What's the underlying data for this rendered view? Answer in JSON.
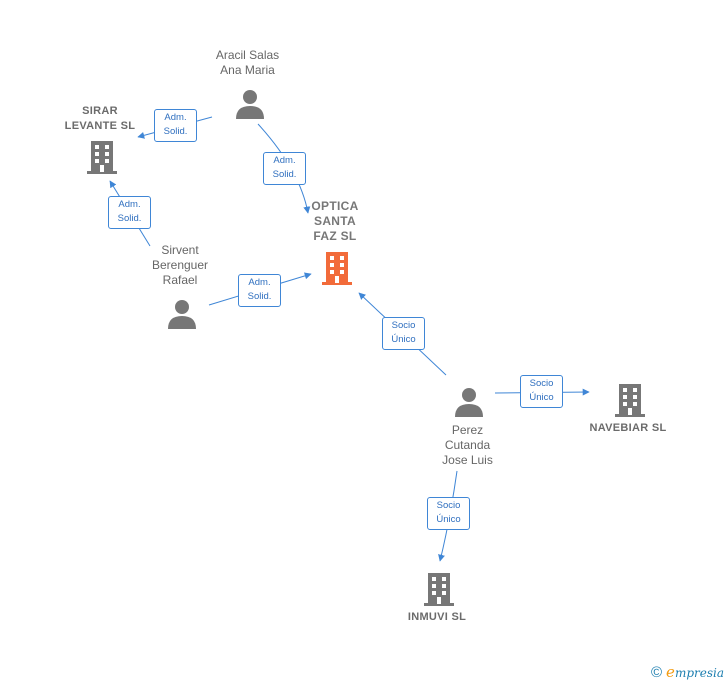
{
  "colors": {
    "edge": "#3f86d6",
    "node": "#777777",
    "focus": "#f26b3a"
  },
  "nodes": {
    "aracil": {
      "label": "Aracil Salas\nAna Maria",
      "kind": "person"
    },
    "sirar": {
      "label": "SIRAR\nLEVANTE  SL",
      "kind": "company"
    },
    "sirvent": {
      "label": "Sirvent\nBerenguer\nRafael",
      "kind": "person"
    },
    "optica": {
      "label": "OPTICA\nSANTA\nFAZ  SL",
      "kind": "company-focus"
    },
    "perez": {
      "label": "Perez\nCutanda\nJose Luis",
      "kind": "person"
    },
    "navebiar": {
      "label": "NAVEBIAR  SL",
      "kind": "company"
    },
    "inmuvi": {
      "label": "INMUVI SL",
      "kind": "company"
    }
  },
  "edges": [
    {
      "id": "aracil-sirar",
      "line1": "Adm.",
      "line2": "Solid."
    },
    {
      "id": "aracil-optica",
      "line1": "Adm.",
      "line2": "Solid."
    },
    {
      "id": "sirvent-sirar",
      "line1": "Adm.",
      "line2": "Solid."
    },
    {
      "id": "sirvent-optica",
      "line1": "Adm.",
      "line2": "Solid."
    },
    {
      "id": "perez-optica",
      "line1": "Socio",
      "line2": "Único"
    },
    {
      "id": "perez-navebiar",
      "line1": "Socio",
      "line2": "Único"
    },
    {
      "id": "perez-inmuvi",
      "line1": "Socio",
      "line2": "Único"
    }
  ],
  "footer": {
    "copyright_symbol": "©",
    "brand_initial": "e",
    "brand_rest": "mpresia"
  }
}
